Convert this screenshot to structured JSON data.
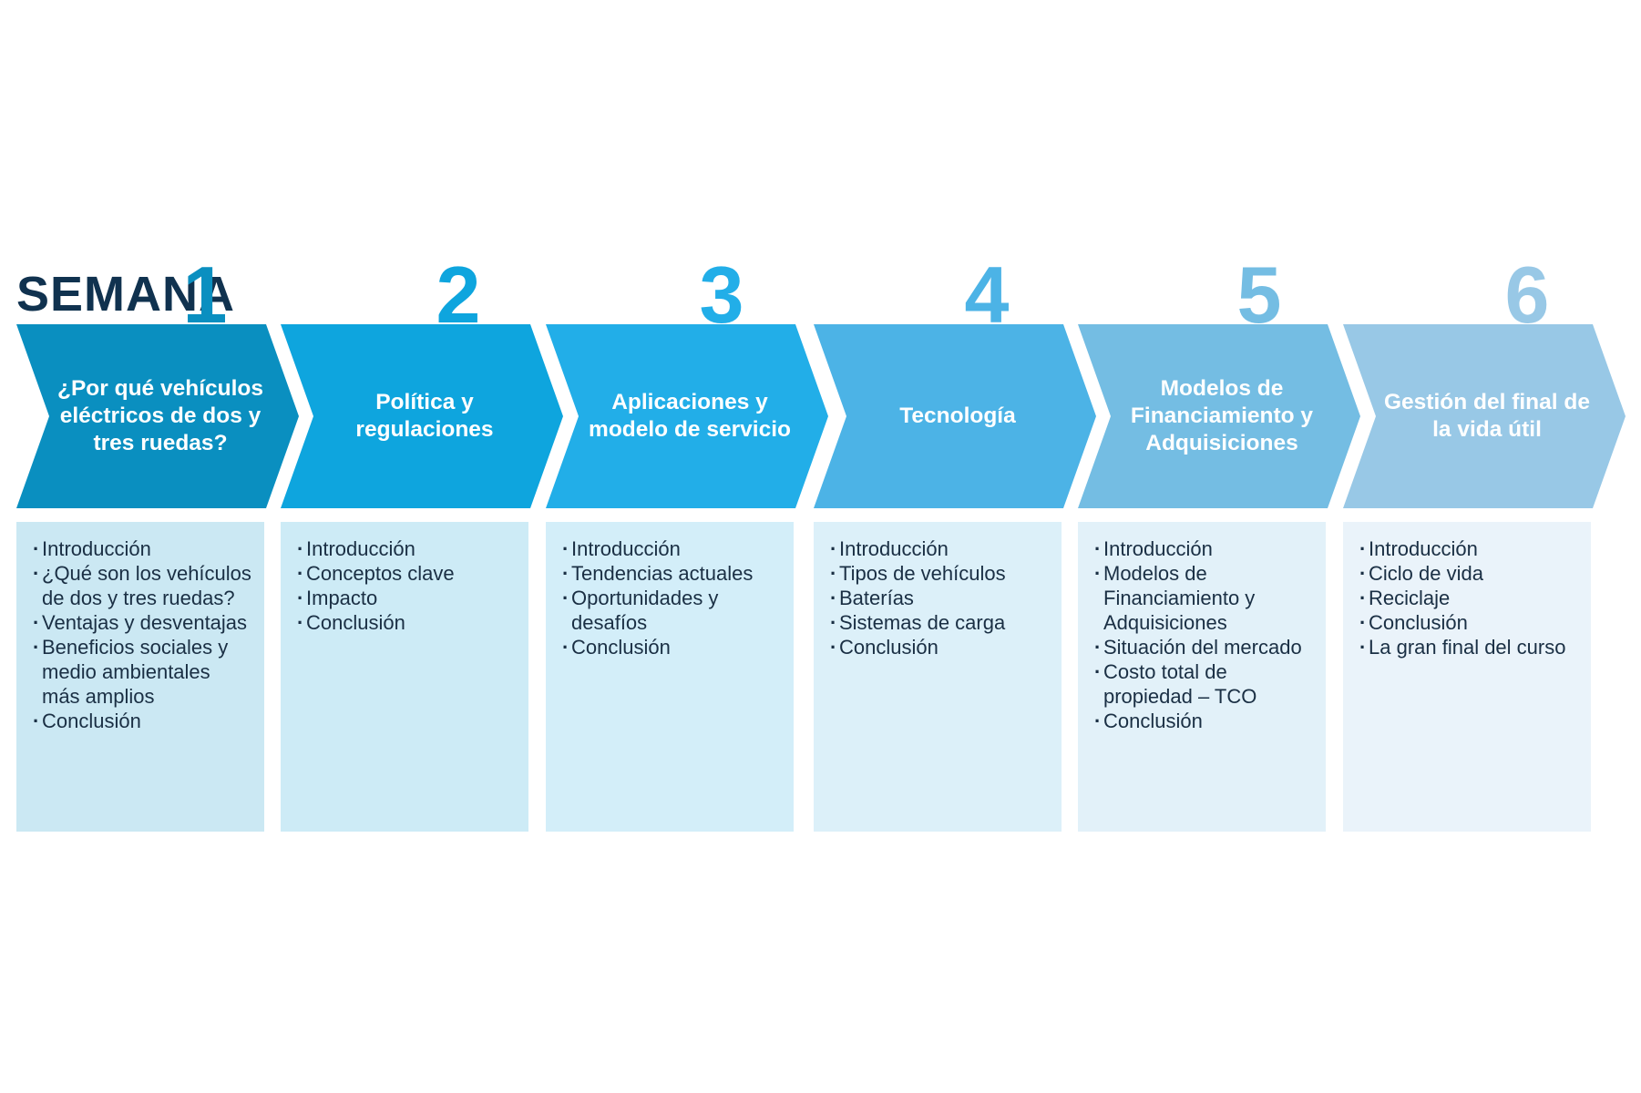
{
  "header_label": "SEMANA",
  "weeks": [
    {
      "number": "1",
      "title": "¿Por qué vehículos eléctricos de dos y tres ruedas?",
      "color": "#0a8fc0",
      "number_color": "#0a8fc0",
      "box_color": "#cbe8f3",
      "topics": [
        "Introducción",
        "¿Qué son los vehículos de dos y tres ruedas?",
        "Ventajas y desventajas",
        "Beneficios sociales y medio ambientales más amplios",
        "Conclusión"
      ]
    },
    {
      "number": "2",
      "title": "Política y regulaciones",
      "color": "#0ea5de",
      "number_color": "#0ea5de",
      "box_color": "#cdebf6",
      "topics": [
        "Introducción",
        "Conceptos clave",
        "Impacto",
        "Conclusión"
      ]
    },
    {
      "number": "3",
      "title": "Aplicaciones y modelo de servicio",
      "color": "#22aee8",
      "number_color": "#22aee8",
      "box_color": "#d3eef9",
      "topics": [
        "Introducción",
        "Tendencias actuales",
        "Oportunidades y desafíos",
        "Conclusión"
      ]
    },
    {
      "number": "4",
      "title": "Tecnología",
      "color": "#4cb3e6",
      "number_color": "#4cb3e6",
      "box_color": "#dcf0f9",
      "topics": [
        "Introducción",
        "Tipos de vehículos",
        "Baterías",
        "Sistemas de carga",
        "Conclusión"
      ]
    },
    {
      "number": "5",
      "title": "Modelos de Financiamiento y Adquisiciones",
      "color": "#74bde3",
      "number_color": "#74bde3",
      "box_color": "#e2f1f9",
      "topics": [
        "Introducción",
        "Modelos de Financiamiento y Adquisiciones",
        "Situación del mercado",
        "Costo total de propiedad – TCO",
        "Conclusión"
      ]
    },
    {
      "number": "6",
      "title": "Gestión del final de la vida útil",
      "color": "#98c8e6",
      "number_color": "#98c8e6",
      "box_color": "#eaf3fa",
      "topics": [
        "Introducción",
        "Ciclo de vida",
        "Reciclaje",
        "Conclusión",
        "La gran final del curso"
      ]
    }
  ]
}
